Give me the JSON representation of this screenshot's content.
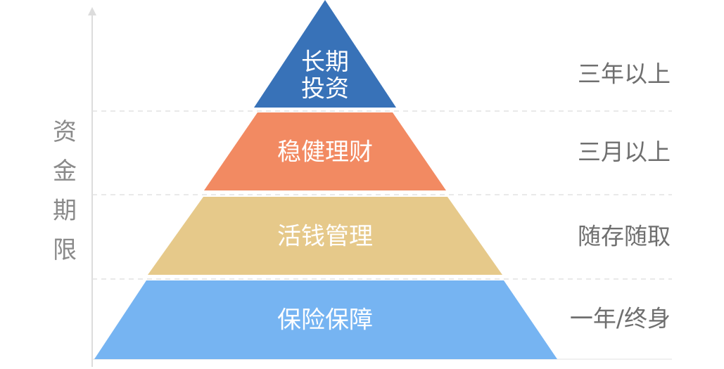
{
  "axis": {
    "label": [
      "资",
      "金",
      "期",
      "限"
    ]
  },
  "colors": {
    "tier1": "#3872b8",
    "tier2": "#f28a62",
    "tier3": "#e6c98a",
    "tier4": "#76b4f2",
    "axis": "#dcdcdc",
    "divider": "#e2e2e2"
  },
  "tiers": [
    {
      "label_lines": [
        "长期",
        "投资"
      ],
      "term": "三年以上"
    },
    {
      "label_lines": [
        "稳健理财"
      ],
      "term": "三月以上"
    },
    {
      "label_lines": [
        "活钱管理"
      ],
      "term": "随存随取"
    },
    {
      "label_lines": [
        "保险保障"
      ],
      "term": "一年/终身"
    }
  ]
}
